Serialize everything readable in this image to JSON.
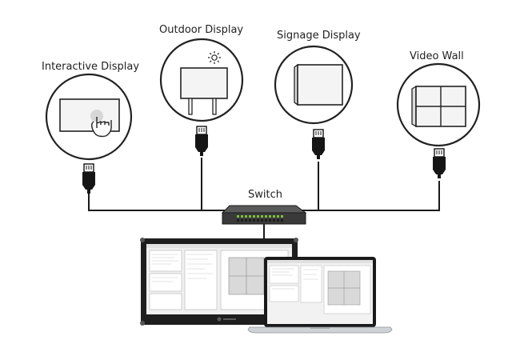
{
  "labels": {
    "interactive": "Interactive Display",
    "outdoor": "Outdoor Display",
    "signage": "Signage Display",
    "videowall": "Video Wall",
    "switch": "Switch"
  },
  "colors": {
    "line": "#1a1a1a",
    "circle_stroke": "#222222",
    "screen_fill": "#f4f4f4",
    "switch_body": "#3a3a3a",
    "port_green": "#7fbf3f",
    "monitor_bezel": "#1e1e1e",
    "laptop_body": "#cfd2d6"
  },
  "icons": {
    "sun": "sun-icon",
    "hand": "touch-hand-icon",
    "plug": "ethernet-plug-icon"
  }
}
